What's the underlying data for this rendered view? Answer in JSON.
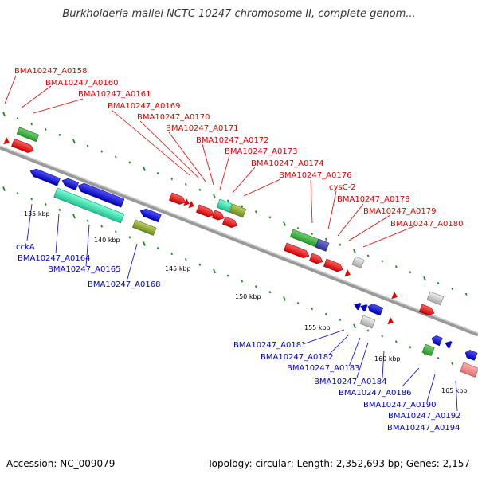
{
  "title": "Burkholderia mallei NCTC 10247 chromosome II, complete genom...",
  "footer": {
    "accession": "Accession: NC_009079",
    "info": "Topology: circular; Length: 2,352,693 bp; Genes: 2,157"
  },
  "ticks": [
    "135 kbp",
    "140 kbp",
    "145 kbp",
    "150 kbp",
    "155 kbp",
    "160 kbp",
    "165 kbp"
  ],
  "top_labels": [
    "BMA10247_A0158",
    "BMA10247_A0160",
    "BMA10247_A0161",
    "BMA10247_A0169",
    "BMA10247_A0170",
    "BMA10247_A0171",
    "BMA10247_A0172",
    "BMA10247_A0173",
    "BMA10247_A0174",
    "BMA10247_A0176",
    "cysC-2",
    "BMA10247_A0178",
    "BMA10247_A0179",
    "BMA10247_A0180"
  ],
  "bottom_labels": [
    "cckA",
    "BMA10247_A0164",
    "BMA10247_A0165",
    "BMA10247_A0168",
    "BMA10247_A0181",
    "BMA10247_A0182",
    "BMA10247_A0183",
    "BMA10247_A0184",
    "BMA10247_A0186",
    "BMA10247_A0190",
    "BMA10247_A0192",
    "BMA10247_A0194"
  ],
  "colors": {
    "forward_label": "#e00000",
    "reverse_label": "#0000cc",
    "backbone": "#8a8a8a",
    "tick_dot": "#1a8a1a"
  }
}
